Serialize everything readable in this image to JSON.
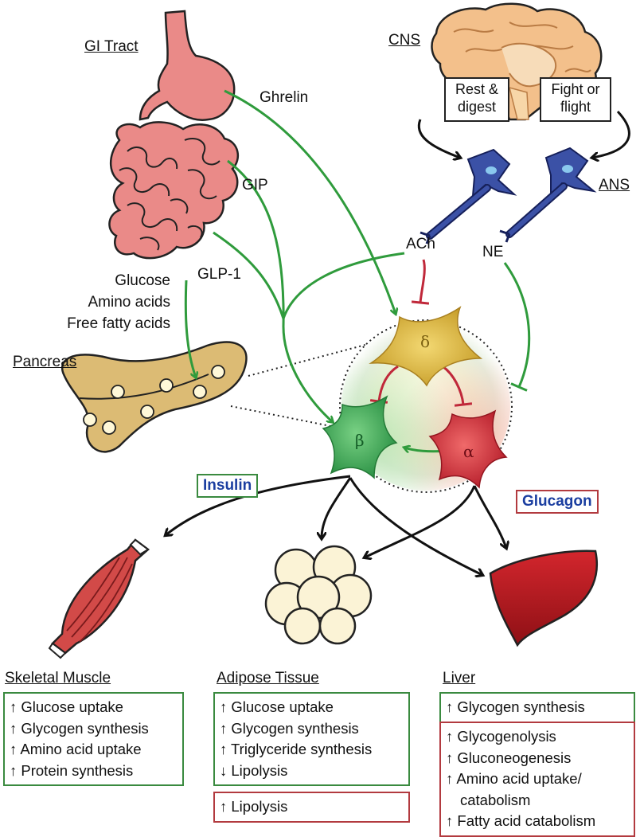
{
  "organs": {
    "gi_tract": "GI Tract",
    "cns": "CNS",
    "ans": "ANS",
    "pancreas": "Pancreas"
  },
  "signals": {
    "ghrelin": "Ghrelin",
    "gip": "GIP",
    "glp1": "GLP-1",
    "ach": "ACh",
    "ne": "NE",
    "nutrients": [
      "Glucose",
      "Amino acids",
      "Free fatty acids"
    ]
  },
  "brain_boxes": {
    "rest": [
      "Rest &",
      "digest"
    ],
    "fight": [
      "Fight or",
      "flight"
    ]
  },
  "cells": {
    "delta": "δ",
    "beta": "β",
    "alpha": "α"
  },
  "hormones": {
    "insulin": "Insulin",
    "glucagon": "Glucagon"
  },
  "targets": [
    {
      "title": "Skeletal Muscle",
      "insulin_effects": [
        "↑ Glucose uptake",
        "↑ Glycogen synthesis",
        "↑ Amino acid uptake",
        "↑ Protein synthesis"
      ],
      "glucagon_effects": []
    },
    {
      "title": "Adipose Tissue",
      "insulin_effects": [
        "↑ Glucose uptake",
        "↑ Glycogen synthesis",
        "↑ Triglyceride synthesis",
        "↓ Lipolysis"
      ],
      "glucagon_effects": [
        "↑ Lipolysis"
      ]
    },
    {
      "title": "Liver",
      "insulin_effects": [
        "↑ Glycogen synthesis"
      ],
      "glucagon_effects": [
        "↑ Glycogenolysis",
        "↑ Gluconeogenesis",
        "↑ Amino acid uptake/",
        "catabolism",
        "↑ Fatty acid catabolism"
      ]
    }
  ],
  "colors": {
    "stimulatory": "#2f9b3c",
    "inhibitory": "#c0283a",
    "insulin_text": "#1b3ea0",
    "beta_cell": "#3fae55",
    "alpha_cell": "#d6303c",
    "delta_cell": "#d9b43a",
    "neuron": "#2e3f8f"
  }
}
